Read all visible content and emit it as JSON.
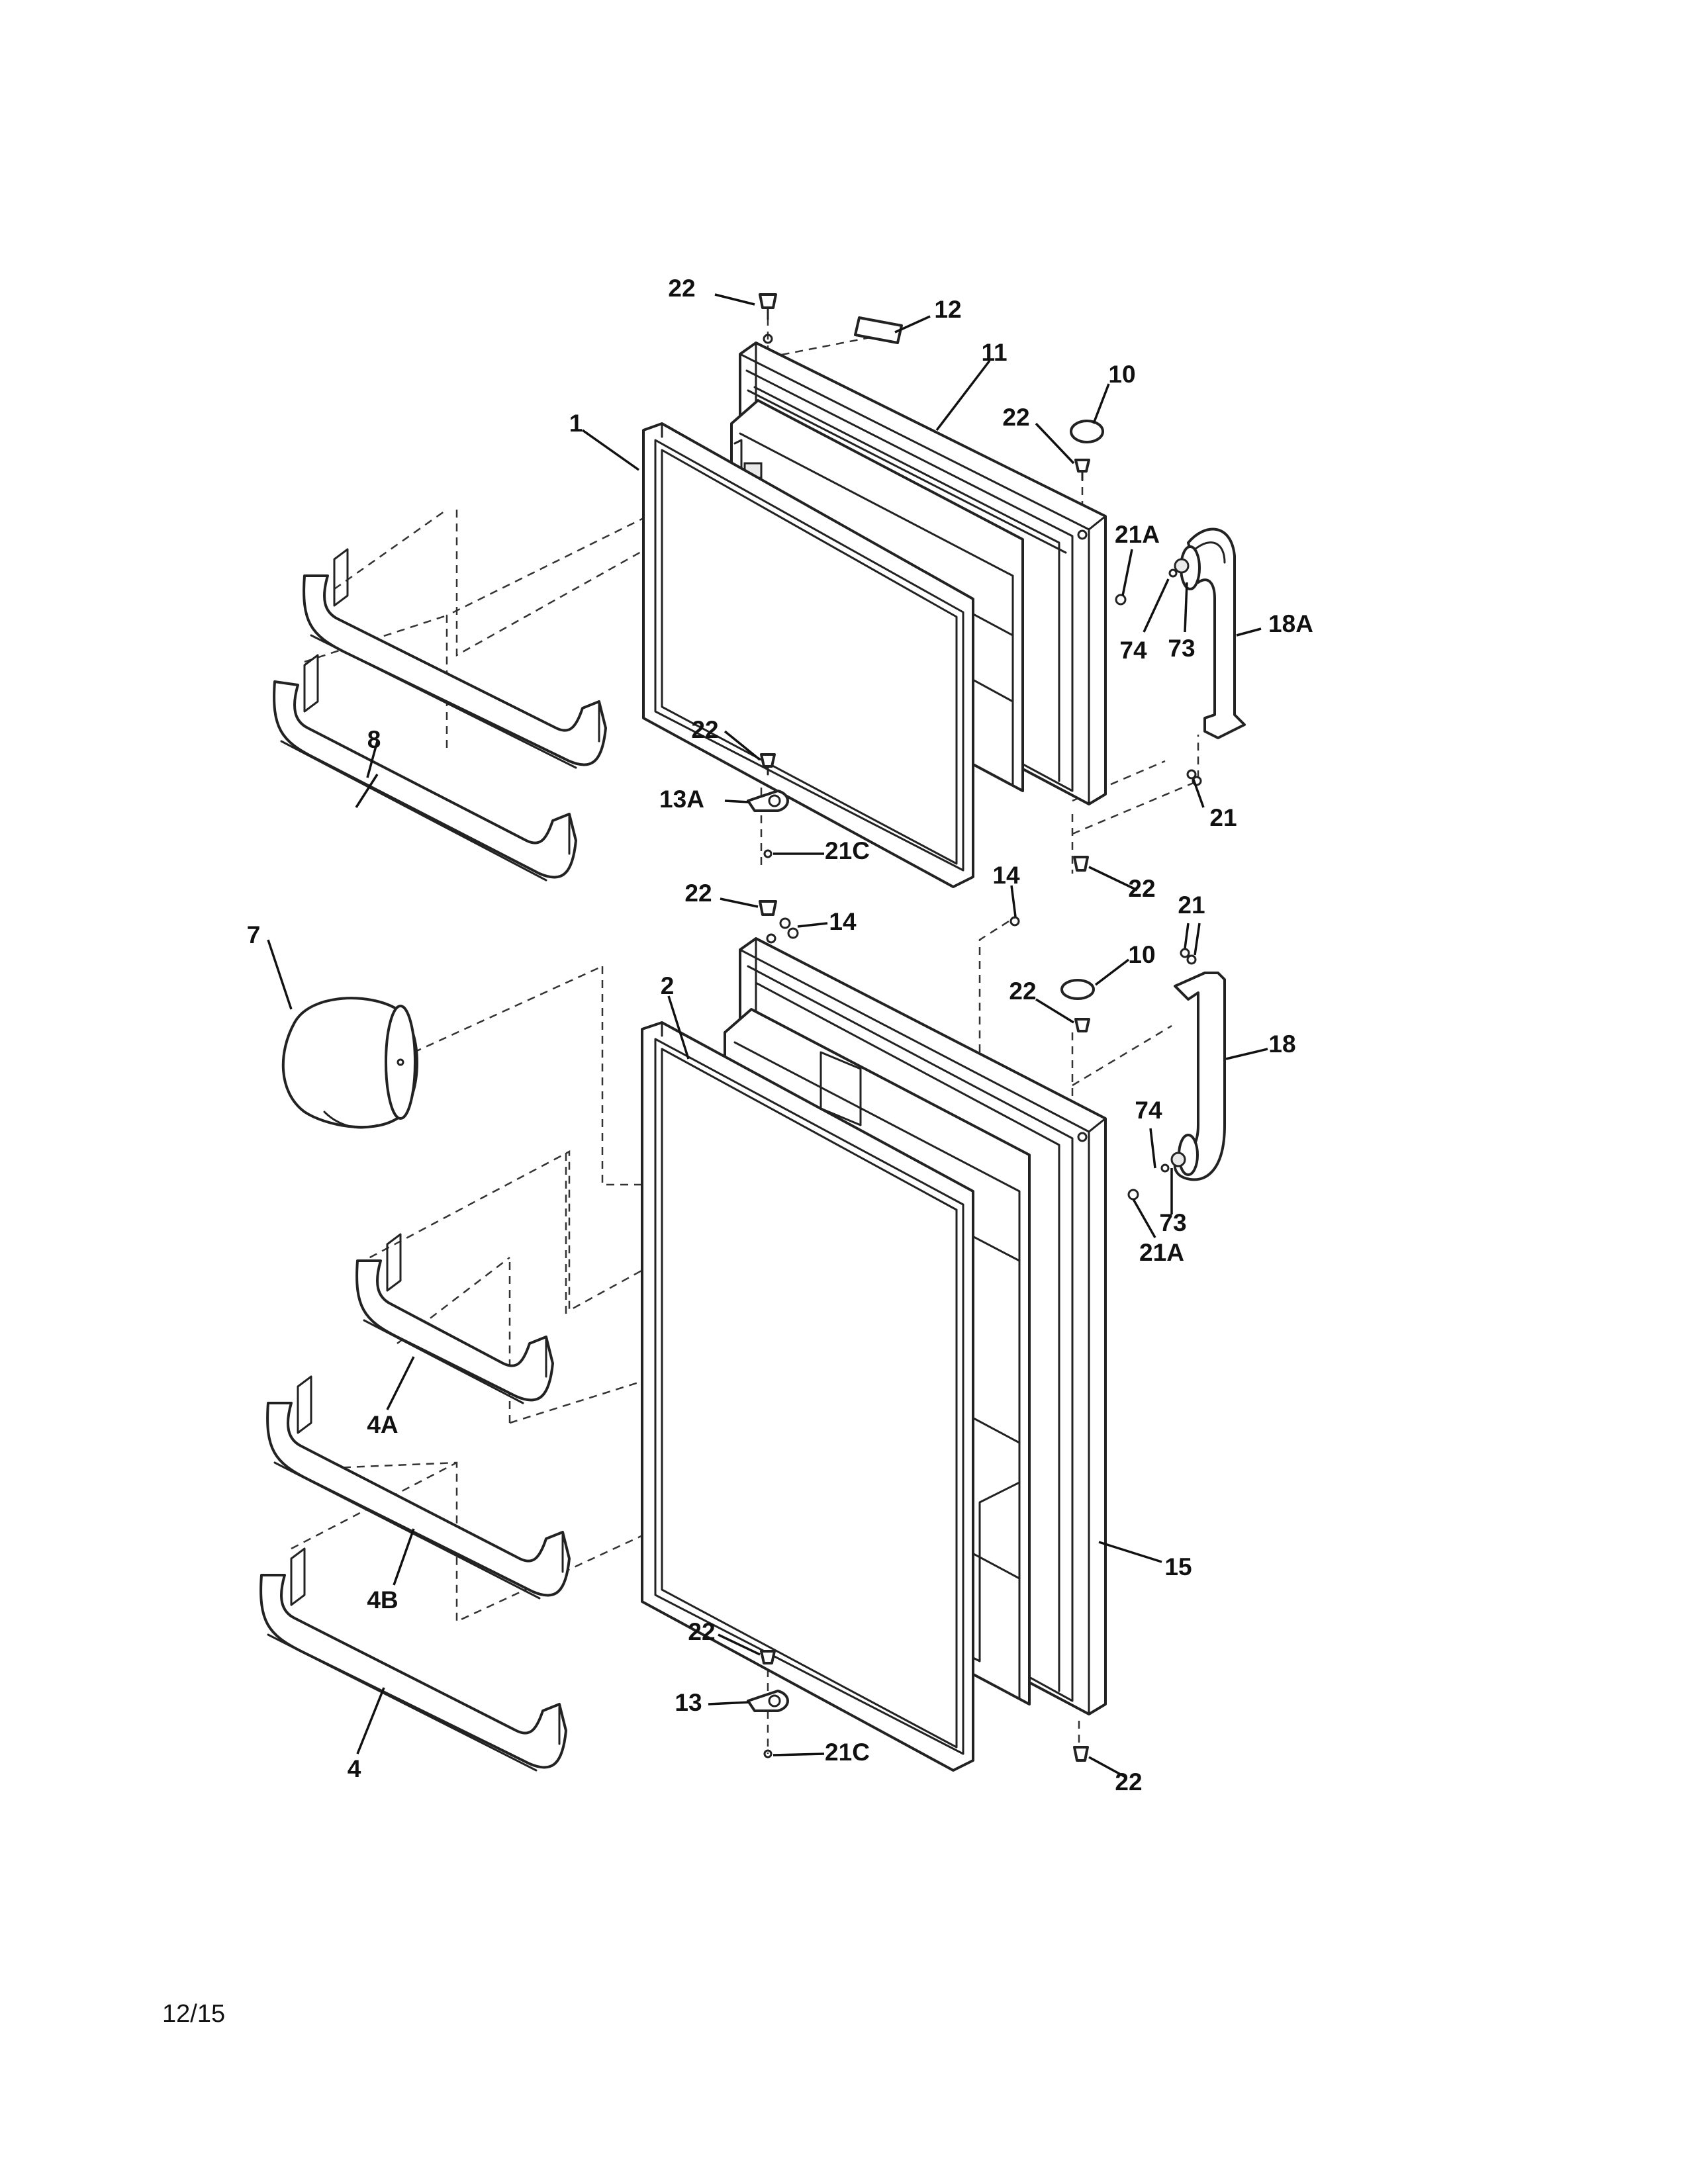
{
  "callouts": [
    {
      "id": "c22a",
      "label": "22"
    },
    {
      "id": "c12",
      "label": "12"
    },
    {
      "id": "c11",
      "label": "11"
    },
    {
      "id": "c10a",
      "label": "10"
    },
    {
      "id": "c22b",
      "label": "22"
    },
    {
      "id": "c1",
      "label": "1"
    },
    {
      "id": "c21A_a",
      "label": "21A"
    },
    {
      "id": "c74a",
      "label": "74"
    },
    {
      "id": "c73a",
      "label": "73"
    },
    {
      "id": "c18A",
      "label": "18A"
    },
    {
      "id": "c8",
      "label": "8"
    },
    {
      "id": "c22c",
      "label": "22"
    },
    {
      "id": "c13A",
      "label": "13A"
    },
    {
      "id": "c21Ca",
      "label": "21C"
    },
    {
      "id": "c21a",
      "label": "21"
    },
    {
      "id": "c22d",
      "label": "22"
    },
    {
      "id": "c22e",
      "label": "22"
    },
    {
      "id": "c14a",
      "label": "14"
    },
    {
      "id": "c14b",
      "label": "14"
    },
    {
      "id": "c21b",
      "label": "21"
    },
    {
      "id": "c7",
      "label": "7"
    },
    {
      "id": "c10b",
      "label": "10"
    },
    {
      "id": "c2",
      "label": "2"
    },
    {
      "id": "c22f",
      "label": "22"
    },
    {
      "id": "c18",
      "label": "18"
    },
    {
      "id": "c74b",
      "label": "74"
    },
    {
      "id": "c73b",
      "label": "73"
    },
    {
      "id": "c21A_b",
      "label": "21A"
    },
    {
      "id": "c4A",
      "label": "4A"
    },
    {
      "id": "c4B",
      "label": "4B"
    },
    {
      "id": "c15",
      "label": "15"
    },
    {
      "id": "c22g",
      "label": "22"
    },
    {
      "id": "c13",
      "label": "13"
    },
    {
      "id": "c21Cb",
      "label": "21C"
    },
    {
      "id": "c4",
      "label": "4"
    },
    {
      "id": "c22h",
      "label": "22"
    }
  ],
  "footer": {
    "page_code": "12/15"
  }
}
